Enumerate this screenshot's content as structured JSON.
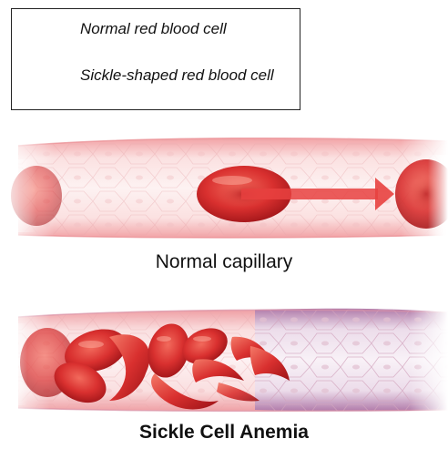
{
  "legend": {
    "normal_label": "Normal red blood cell",
    "sickle_label": "Sickle-shaped red blood cell"
  },
  "captions": {
    "normal": "Normal capillary",
    "sickle": "Sickle Cell Anemia"
  },
  "colors": {
    "cell_red": "#d9302f",
    "cell_dark": "#a3161a",
    "vessel_pink": "#f6c9c9",
    "vessel_purple": "#d9b3d6",
    "arrow": "#e8413f"
  }
}
